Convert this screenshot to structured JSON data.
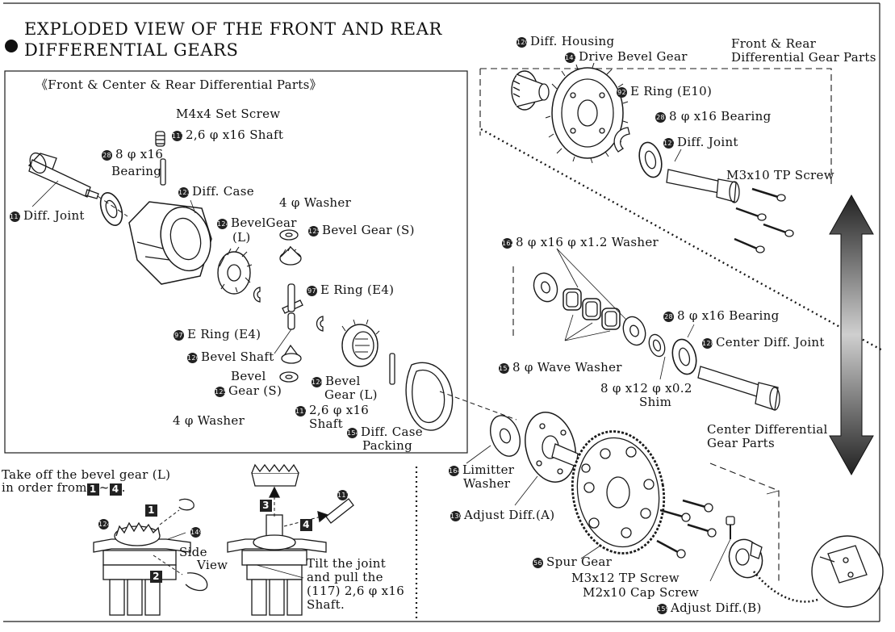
{
  "page": {
    "title_line1": "EXPLODED VIEW OF THE FRONT AND REAR",
    "title_line2": "DIFFERENTIAL GEARS"
  },
  "box_left": {
    "heading": "《Front & Center & Rear Differential Parts》",
    "labels": {
      "set_screw": "M4x4 Set Screw",
      "shaft_top_num": "117",
      "shaft_top": "2,6 φ x16 Shaft",
      "bearing_num": "28",
      "bearing_l1": "8 φ x16",
      "bearing_l2": "Bearing",
      "diff_case_num": "123",
      "diff_case": "Diff. Case",
      "diff_joint_num": "117",
      "diff_joint": "Diff. Joint",
      "washer4_top": "4 φ Washer",
      "bevel_l_num": "124",
      "bevel_l_l1": "BevelGear",
      "bevel_l_l2": "(L)",
      "bevel_s_num": "125",
      "bevel_s": "Bevel Gear (S)",
      "ering_right_num": "97",
      "ering_right": "E Ring (E4)",
      "ering_left_num": "97",
      "ering_left": "E Ring (E4)",
      "bevel_shaft_num": "126",
      "bevel_shaft": "Bevel Shaft",
      "bevel_s2_num": "125",
      "bevel_s2_l1": "Bevel",
      "bevel_s2_l2": "Gear (S)",
      "bevel_l2_num": "124",
      "bevel_l2_l1": "Bevel",
      "bevel_l2_l2": "Gear (L)",
      "washer4_bottom": "4 φ Washer",
      "shaft_bottom_num": "117",
      "shaft_bottom_l1": "2,6 φ x16",
      "shaft_bottom_l2": "Shaft",
      "packing_num": "154",
      "packing_l1": "Diff. Case",
      "packing_l2": "Packing"
    }
  },
  "right_top": {
    "housing_num": "120",
    "housing": "Diff. Housing",
    "drive_bevel_num": "141",
    "drive_bevel": "Drive Bevel Gear",
    "group_l1": "Front & Rear",
    "group_l2": "Differential Gear Parts",
    "ering_num": "92",
    "ering": "E Ring (E10)",
    "bearing_num": "28",
    "bearing": "8 φ x16 Bearing",
    "joint_num": "127",
    "joint": "Diff. Joint",
    "screw": "M3x10 TP Screw"
  },
  "right_center": {
    "washer_num": "162",
    "washer": "8 φ x16 φ x1.2 Washer",
    "bearing_num": "28",
    "bearing": "8 φ x16 Bearing",
    "joint_num": "128",
    "joint": "Center Diff. Joint",
    "wave_num": "157",
    "wave": "8 φ Wave Washer",
    "shim_l1": "8 φ x12 φ x0.2",
    "shim_l2": "Shim",
    "group_l1": "Center Differential",
    "group_l2": "Gear Parts"
  },
  "bottom_right": {
    "limitter_num": "164",
    "limitter_l1": "Limitter",
    "limitter_l2": "Washer",
    "adjust_a_num": "130",
    "adjust_a": "Adjust Diff.(A)",
    "spur_num": "56",
    "spur": "Spur Gear",
    "screw_tp": "M3x12 TP Screw",
    "screw_cap": "M2x10 Cap Screw",
    "adjust_b_num": "159",
    "adjust_b": "Adjust Diff.(B)"
  },
  "bottom_left": {
    "instr_l1": "Take off the bevel gear (L)",
    "instr_l2": "in order from",
    "step_1": "1",
    "step_tilde": "~",
    "step_4": "4",
    "steps": [
      "1",
      "2",
      "3",
      "4"
    ],
    "callout_124": "124",
    "callout_149": "149",
    "callout_117": "117",
    "side_view_l1": "Side",
    "side_view_l2": "View",
    "tilt_l1": "Tilt the joint",
    "tilt_l2": "and pull the",
    "tilt_l3": "(117) 2,6 φ x16",
    "tilt_l4": "Shaft."
  }
}
